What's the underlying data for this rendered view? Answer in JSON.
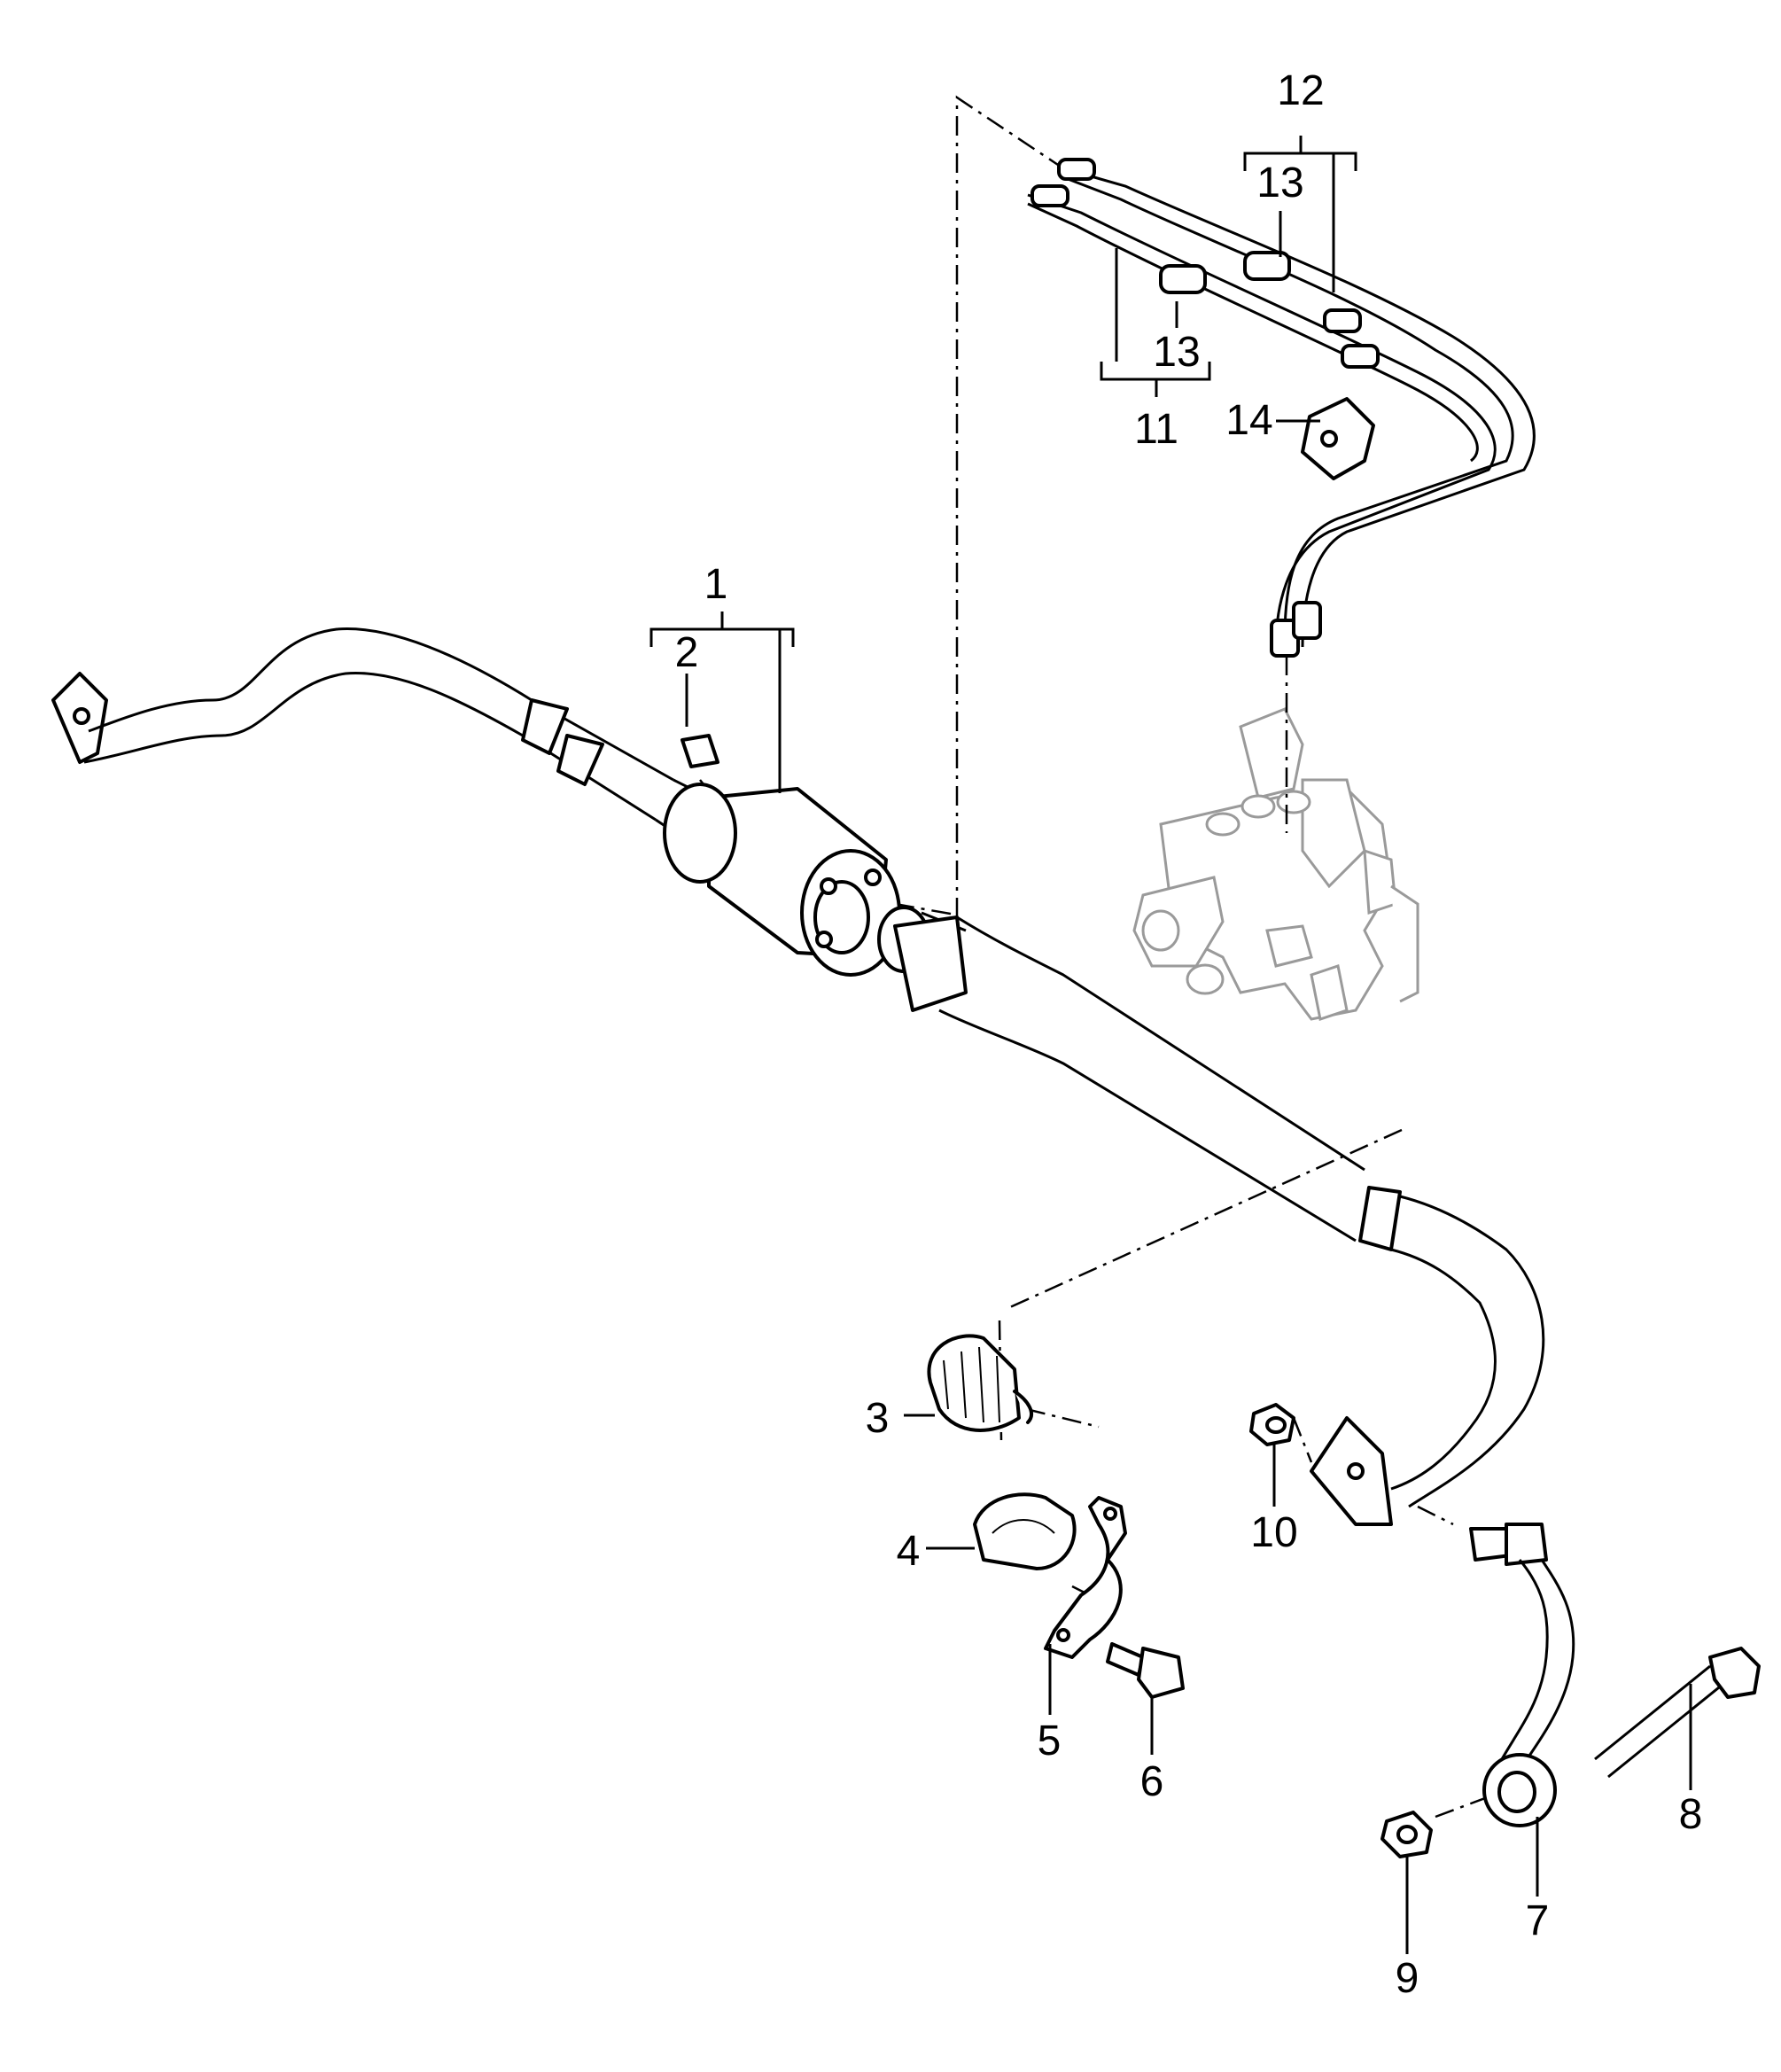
{
  "diagram": {
    "callouts": [
      {
        "id": "1",
        "label": "1"
      },
      {
        "id": "2",
        "label": "2"
      },
      {
        "id": "3",
        "label": "3"
      },
      {
        "id": "4",
        "label": "4"
      },
      {
        "id": "5",
        "label": "5"
      },
      {
        "id": "6",
        "label": "6"
      },
      {
        "id": "7",
        "label": "7"
      },
      {
        "id": "8",
        "label": "8"
      },
      {
        "id": "9",
        "label": "9"
      },
      {
        "id": "10",
        "label": "10"
      },
      {
        "id": "11",
        "label": "11"
      },
      {
        "id": "12",
        "label": "12"
      },
      {
        "id": "13a",
        "label": "13"
      },
      {
        "id": "13b",
        "label": "13"
      },
      {
        "id": "14",
        "label": "14"
      }
    ]
  }
}
